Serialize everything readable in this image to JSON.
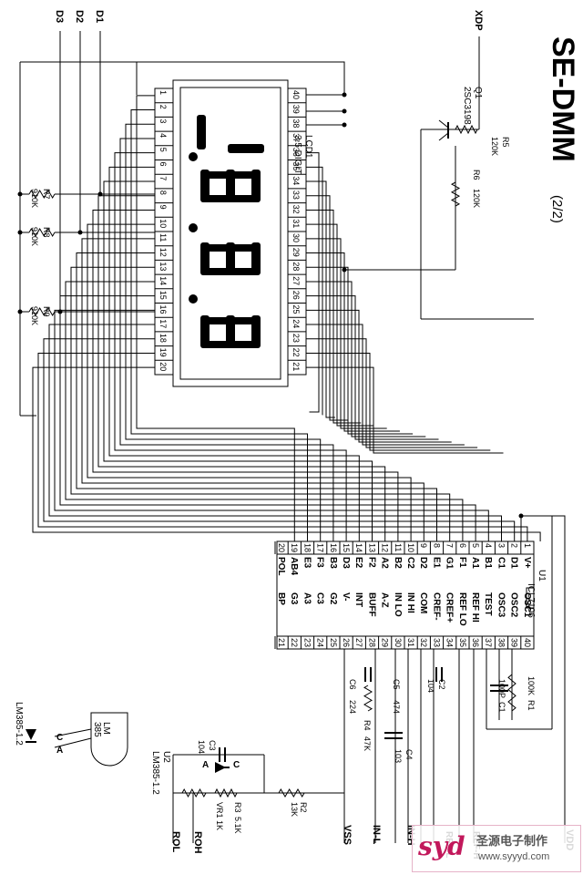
{
  "title": "SE-DMM",
  "page": "(2/2)",
  "signals": {
    "d1": "D1",
    "d2": "D2",
    "d3": "D3",
    "xdp": "XDP",
    "vdd": "VDD",
    "vss": "VSS",
    "in_l": "IN-L",
    "in_h": "IN-H",
    "rol": "ROL",
    "roh": "ROH",
    "ref_l": "REF-L",
    "ref_h": "REF-H"
  },
  "lcd": {
    "ref": "LCD1",
    "desc": "3.5 DIGIT",
    "top_pins": [
      "1",
      "2",
      "3",
      "4",
      "5",
      "6",
      "7",
      "8",
      "9",
      "10",
      "11",
      "12",
      "13",
      "14",
      "15",
      "16",
      "17",
      "18",
      "19",
      "20"
    ],
    "bottom_pins": [
      "40",
      "39",
      "38",
      "37",
      "36",
      "35",
      "34",
      "33",
      "32",
      "31",
      "30",
      "29",
      "28",
      "27",
      "26",
      "25",
      "24",
      "23",
      "22",
      "21"
    ],
    "display": "-1.8.8.8"
  },
  "q1": {
    "ref": "Q1",
    "part": "2SC3198"
  },
  "resistors": [
    {
      "ref": "R5",
      "value": "120K"
    },
    {
      "ref": "R6",
      "value": "120K"
    },
    {
      "ref": "R7",
      "value": "910K"
    },
    {
      "ref": "R8",
      "value": "910K"
    },
    {
      "ref": "R9",
      "value": "910K"
    },
    {
      "ref": "R1",
      "value": "100K"
    },
    {
      "ref": "R4",
      "value": "47K"
    },
    {
      "ref": "R2",
      "value": "13K"
    },
    {
      "ref": "R3",
      "value": "5.1K"
    },
    {
      "ref": "VR1",
      "value": "1K"
    }
  ],
  "capacitors": [
    {
      "ref": "C1",
      "value": "100P"
    },
    {
      "ref": "C2",
      "value": "104"
    },
    {
      "ref": "C3",
      "value": "104"
    },
    {
      "ref": "C4",
      "value": "103"
    },
    {
      "ref": "C5",
      "value": "474"
    },
    {
      "ref": "C6",
      "value": "224"
    }
  ],
  "u1": {
    "ref": "U1",
    "part": "ICL7106",
    "left_pins": [
      "1",
      "2",
      "3",
      "4",
      "5",
      "6",
      "7",
      "8",
      "9",
      "10",
      "11",
      "12",
      "13",
      "14",
      "15",
      "16",
      "17",
      "18",
      "19",
      "20"
    ],
    "left_names": [
      "V+",
      "D1",
      "C1",
      "B1",
      "A1",
      "F1",
      "G1",
      "E1",
      "D2",
      "C2",
      "B2",
      "A2",
      "F2",
      "E2",
      "D3",
      "B3",
      "F3",
      "E3",
      "AB4",
      "POL"
    ],
    "right_pins": [
      "40",
      "39",
      "38",
      "37",
      "36",
      "35",
      "34",
      "33",
      "32",
      "31",
      "30",
      "29",
      "28",
      "27",
      "26",
      "25",
      "24",
      "23",
      "22",
      "21"
    ],
    "right_names": [
      "OSC1",
      "OSC2",
      "OSC3",
      "TEST",
      "REF HI",
      "REF LO",
      "CREF+",
      "CREF-",
      "COM",
      "IN HI",
      "IN LO",
      "A-Z",
      "BUFF",
      "INT",
      "V-",
      "G2",
      "C3",
      "A3",
      "G3",
      "BP"
    ]
  },
  "u2": {
    "ref": "U2",
    "part": "LM385-1.2",
    "anode": "A",
    "cathode": "C"
  },
  "lm385": {
    "label_top": "LM",
    "label_bottom": "385",
    "pin_c": "C",
    "pin_a": "A",
    "caption": "LM385-1.2"
  },
  "watermark": {
    "logo": "syd",
    "name": "圣源电子制作",
    "url": "www.syyyd.com"
  }
}
